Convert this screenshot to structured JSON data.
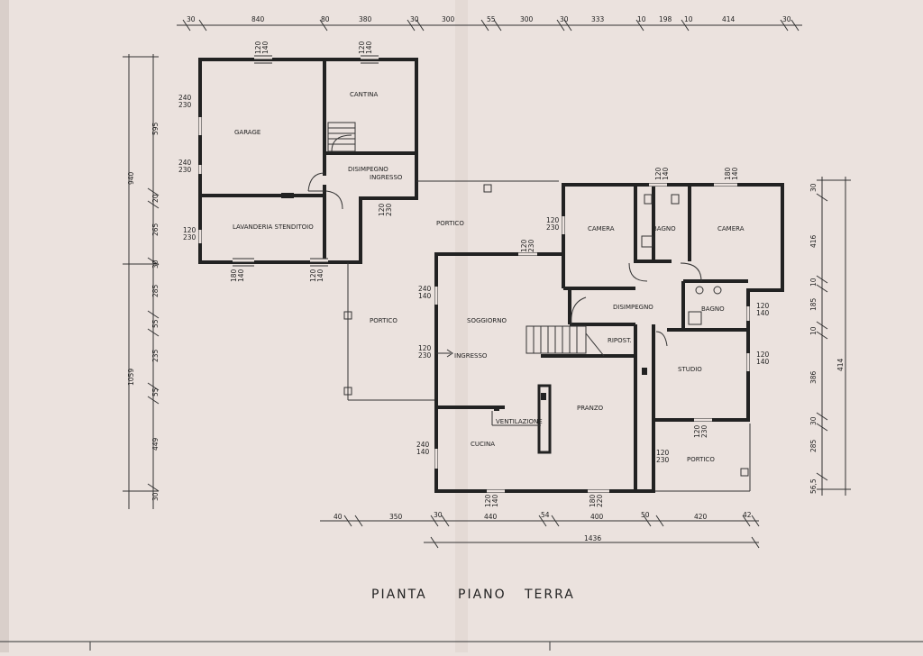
{
  "title": {
    "w1": "PIANTA",
    "w2": "PIANO",
    "w3": "TERRA"
  },
  "rooms": {
    "garage": "GARAGE",
    "cantina": "CANTINA",
    "disimpegno_ingresso_1": "DISIMPEGNO",
    "disimpegno_ingresso_2": "INGRESSO",
    "lavanderia": "LAVANDERIA  STENDITOIO",
    "portico_top": "PORTICO",
    "portico_left": "PORTICO",
    "portico_right": "PORTICO",
    "camera_1": "CAMERA",
    "bagno_1": "BAGNO",
    "camera_2": "CAMERA",
    "disimpegno": "DISIMPEGNO",
    "bagno_2": "BAGNO",
    "soggiorno": "SOGGIORNO",
    "ripostiglio": "RIPOST.",
    "ingresso": "INGRESSO",
    "studio": "STUDIO",
    "pranzo": "PRANZO",
    "ventilazione": "VENTILAZIONE",
    "cucina": "CUCINA"
  },
  "top_dims": [
    "30",
    "840",
    "80",
    "380",
    "30",
    "300",
    "55",
    "300",
    "30",
    "333",
    "10",
    "198",
    "10",
    "414",
    "30"
  ],
  "bottom_dims": [
    "40",
    "350",
    "30",
    "440",
    "54",
    "400",
    "50",
    "420",
    "42"
  ],
  "bottom_total": "1436",
  "left_dims": [
    "595",
    "20",
    "265",
    "30",
    "285",
    "55",
    "235",
    "55",
    "449",
    "30"
  ],
  "left_totals": [
    "940",
    "1059"
  ],
  "right_dims": [
    "30",
    "416",
    "10",
    "185",
    "10",
    "386",
    "30",
    "285",
    "56,5"
  ],
  "right_total": "414",
  "openings": {
    "garage_top": [
      "120",
      "140"
    ],
    "cantina_top": [
      "120",
      "140"
    ],
    "garage_left_1": [
      "240",
      "230"
    ],
    "garage_left_2": [
      "240",
      "230"
    ],
    "lav_left": [
      "120",
      "230"
    ],
    "lav_bottom_1": [
      "180",
      "140"
    ],
    "lav_bottom_2": [
      "120",
      "140"
    ],
    "ingresso_door": [
      "120",
      "230"
    ],
    "camera1_left": [
      "120",
      "230"
    ],
    "bagno1_top": [
      "120",
      "140"
    ],
    "camera2_top": [
      "180",
      "140"
    ],
    "sogg_top": [
      "120",
      "230"
    ],
    "sogg_left": [
      "240",
      "140"
    ],
    "ingr_left": [
      "120",
      "230"
    ],
    "bagno2_right": [
      "120",
      "140"
    ],
    "studio_right": [
      "120",
      "140"
    ],
    "studio_bottom": [
      "120",
      "230"
    ],
    "pranzo_right": [
      "120",
      "230"
    ],
    "cucina_left": [
      "240",
      "140"
    ],
    "cucina_bottom": [
      "120",
      "140"
    ],
    "pranzo_bottom": [
      "180",
      "220"
    ]
  }
}
